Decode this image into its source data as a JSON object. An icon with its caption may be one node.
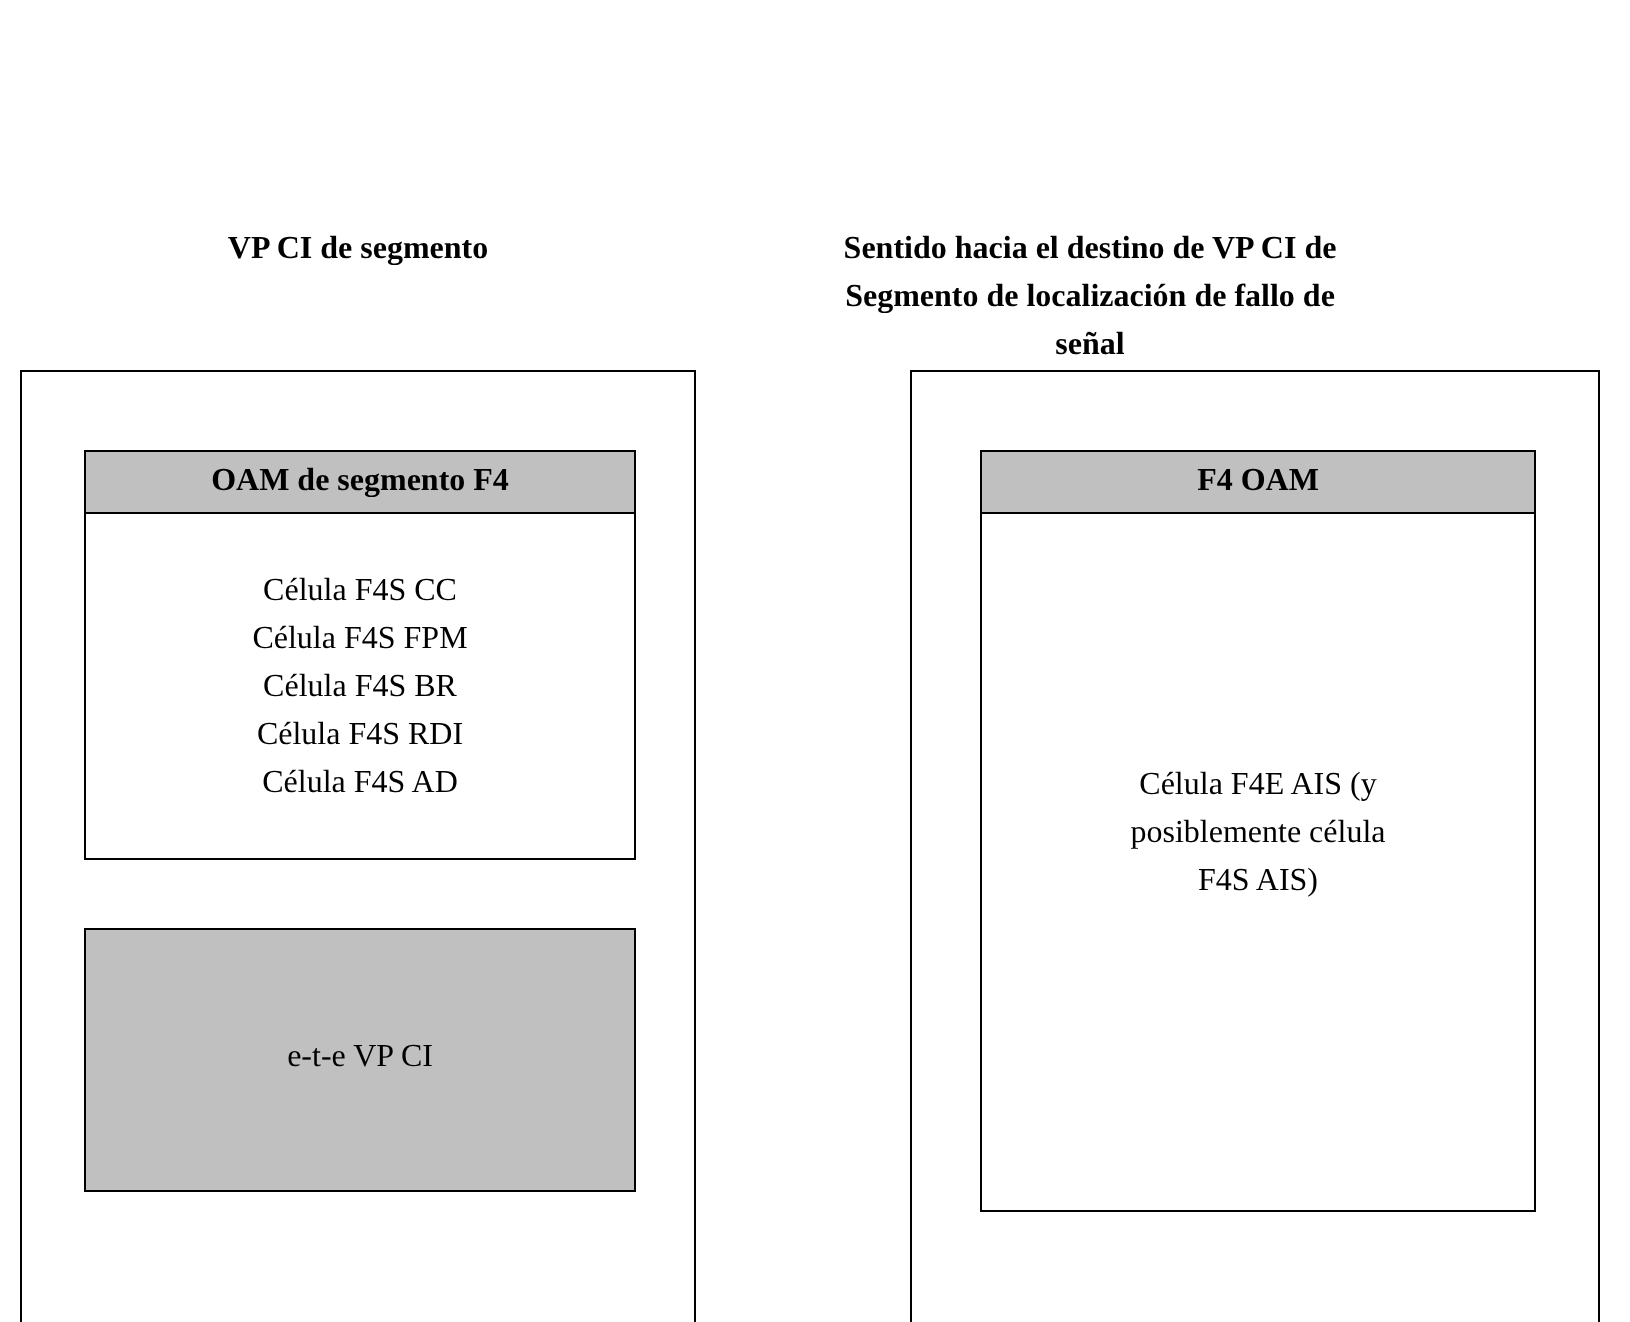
{
  "diagram": {
    "nodes": [
      {
        "text": [
          "VP CI de segmento"
        ]
      },
      {
        "text": [
          "OAM de segmento F4",
          "Célula F4S CC",
          "Célula F4S FPM",
          "Célula F4S BR",
          "Célula F4S RDI",
          "Célula F4S AD"
        ],
        "in": 0
      },
      {
        "text": [
          "e-t-e VP CI"
        ],
        "in": 0
      },
      {
        "text": [
          "Sentido hacia el destino de VP CI de Segmento de localización de fallo de señal"
        ]
      },
      {
        "text": [
          "F4 OAM",
          "Célula F4E AIS (y posiblemente célula F4S AIS)"
        ],
        "in": 3
      }
    ],
    "edges": []
  }
}
